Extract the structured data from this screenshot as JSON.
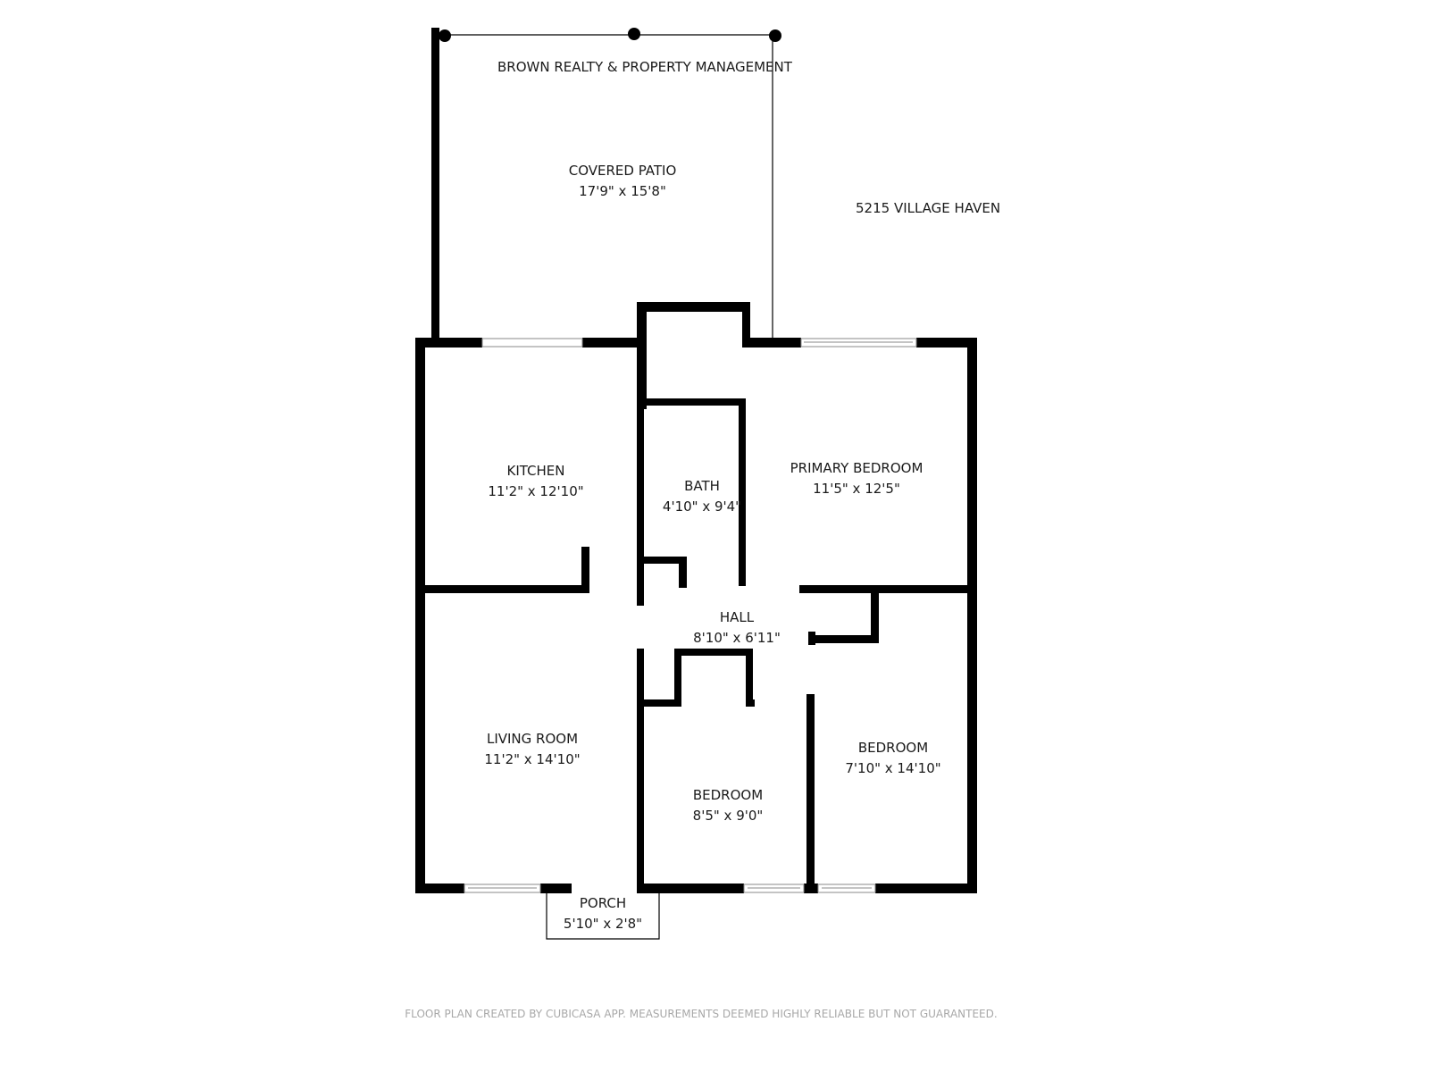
{
  "header": {
    "brand": "BROWN REALTY & PROPERTY MANAGEMENT",
    "address": "5215 VILLAGE HAVEN"
  },
  "rooms": [
    {
      "name": "COVERED PATIO",
      "dimensions": "17'9\" x 15'8\""
    },
    {
      "name": "KITCHEN",
      "dimensions": "11'2\" x 12'10\""
    },
    {
      "name": "BATH",
      "dimensions": "4'10\" x 9'4\""
    },
    {
      "name": "PRIMARY BEDROOM",
      "dimensions": "11'5\" x 12'5\""
    },
    {
      "name": "HALL",
      "dimensions": "8'10\" x 6'11\""
    },
    {
      "name": "LIVING ROOM",
      "dimensions": "11'2\" x 14'10\""
    },
    {
      "name": "BEDROOM",
      "dimensions": "8'5\" x 9'0\""
    },
    {
      "name": "BEDROOM",
      "dimensions": "7'10\" x 14'10\""
    },
    {
      "name": "PORCH",
      "dimensions": "5'10\" x 2'8\""
    }
  ],
  "footer": {
    "disclaimer": "FLOOR PLAN CREATED BY CUBICASA APP. MEASUREMENTS DEEMED HIGHLY RELIABLE BUT NOT GUARANTEED."
  },
  "colors": {
    "wall": "#000000",
    "background": "#ffffff",
    "footer_text": "#a8a8a8"
  }
}
